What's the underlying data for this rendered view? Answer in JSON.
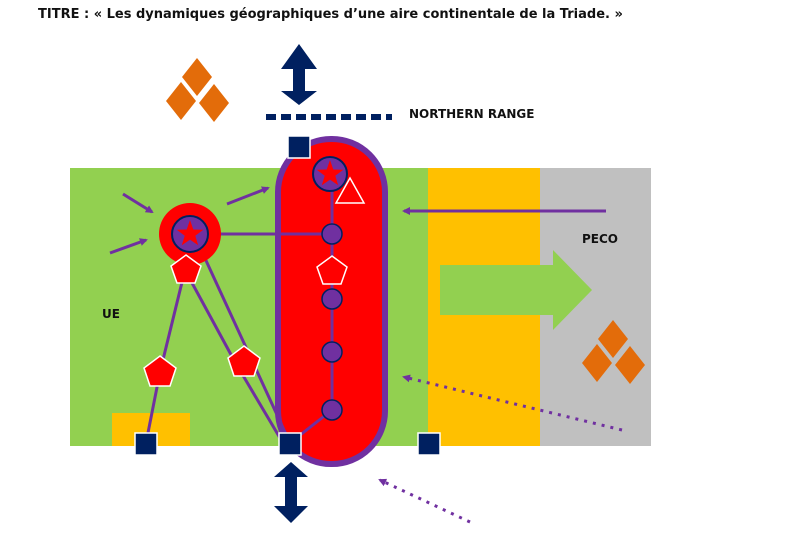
{
  "title": "TITRE : « Les dynamiques géographiques d’une aire continentale de la Triade. »",
  "labels": {
    "northern_range": "NORTHERN RANGE",
    "peco": "PECO",
    "ue": "UE"
  },
  "colors": {
    "ue_zone": "#92D050",
    "core_axis": "#FF0000",
    "axis_border": "#7030A0",
    "peripheral_band": "#FFC000",
    "peco_zone": "#C0C0C0",
    "port": "#002060",
    "city": "#7030A0",
    "metropolis_star": "#FF0000",
    "diamond": "#E36C0A",
    "flow": "#7030A0"
  },
  "icons": [
    "northern-range-dashed-line",
    "port-square-icon",
    "double-arrow-icon",
    "diamond-cluster-icon",
    "star-icon",
    "pentagon-icon",
    "triangle-icon"
  ]
}
